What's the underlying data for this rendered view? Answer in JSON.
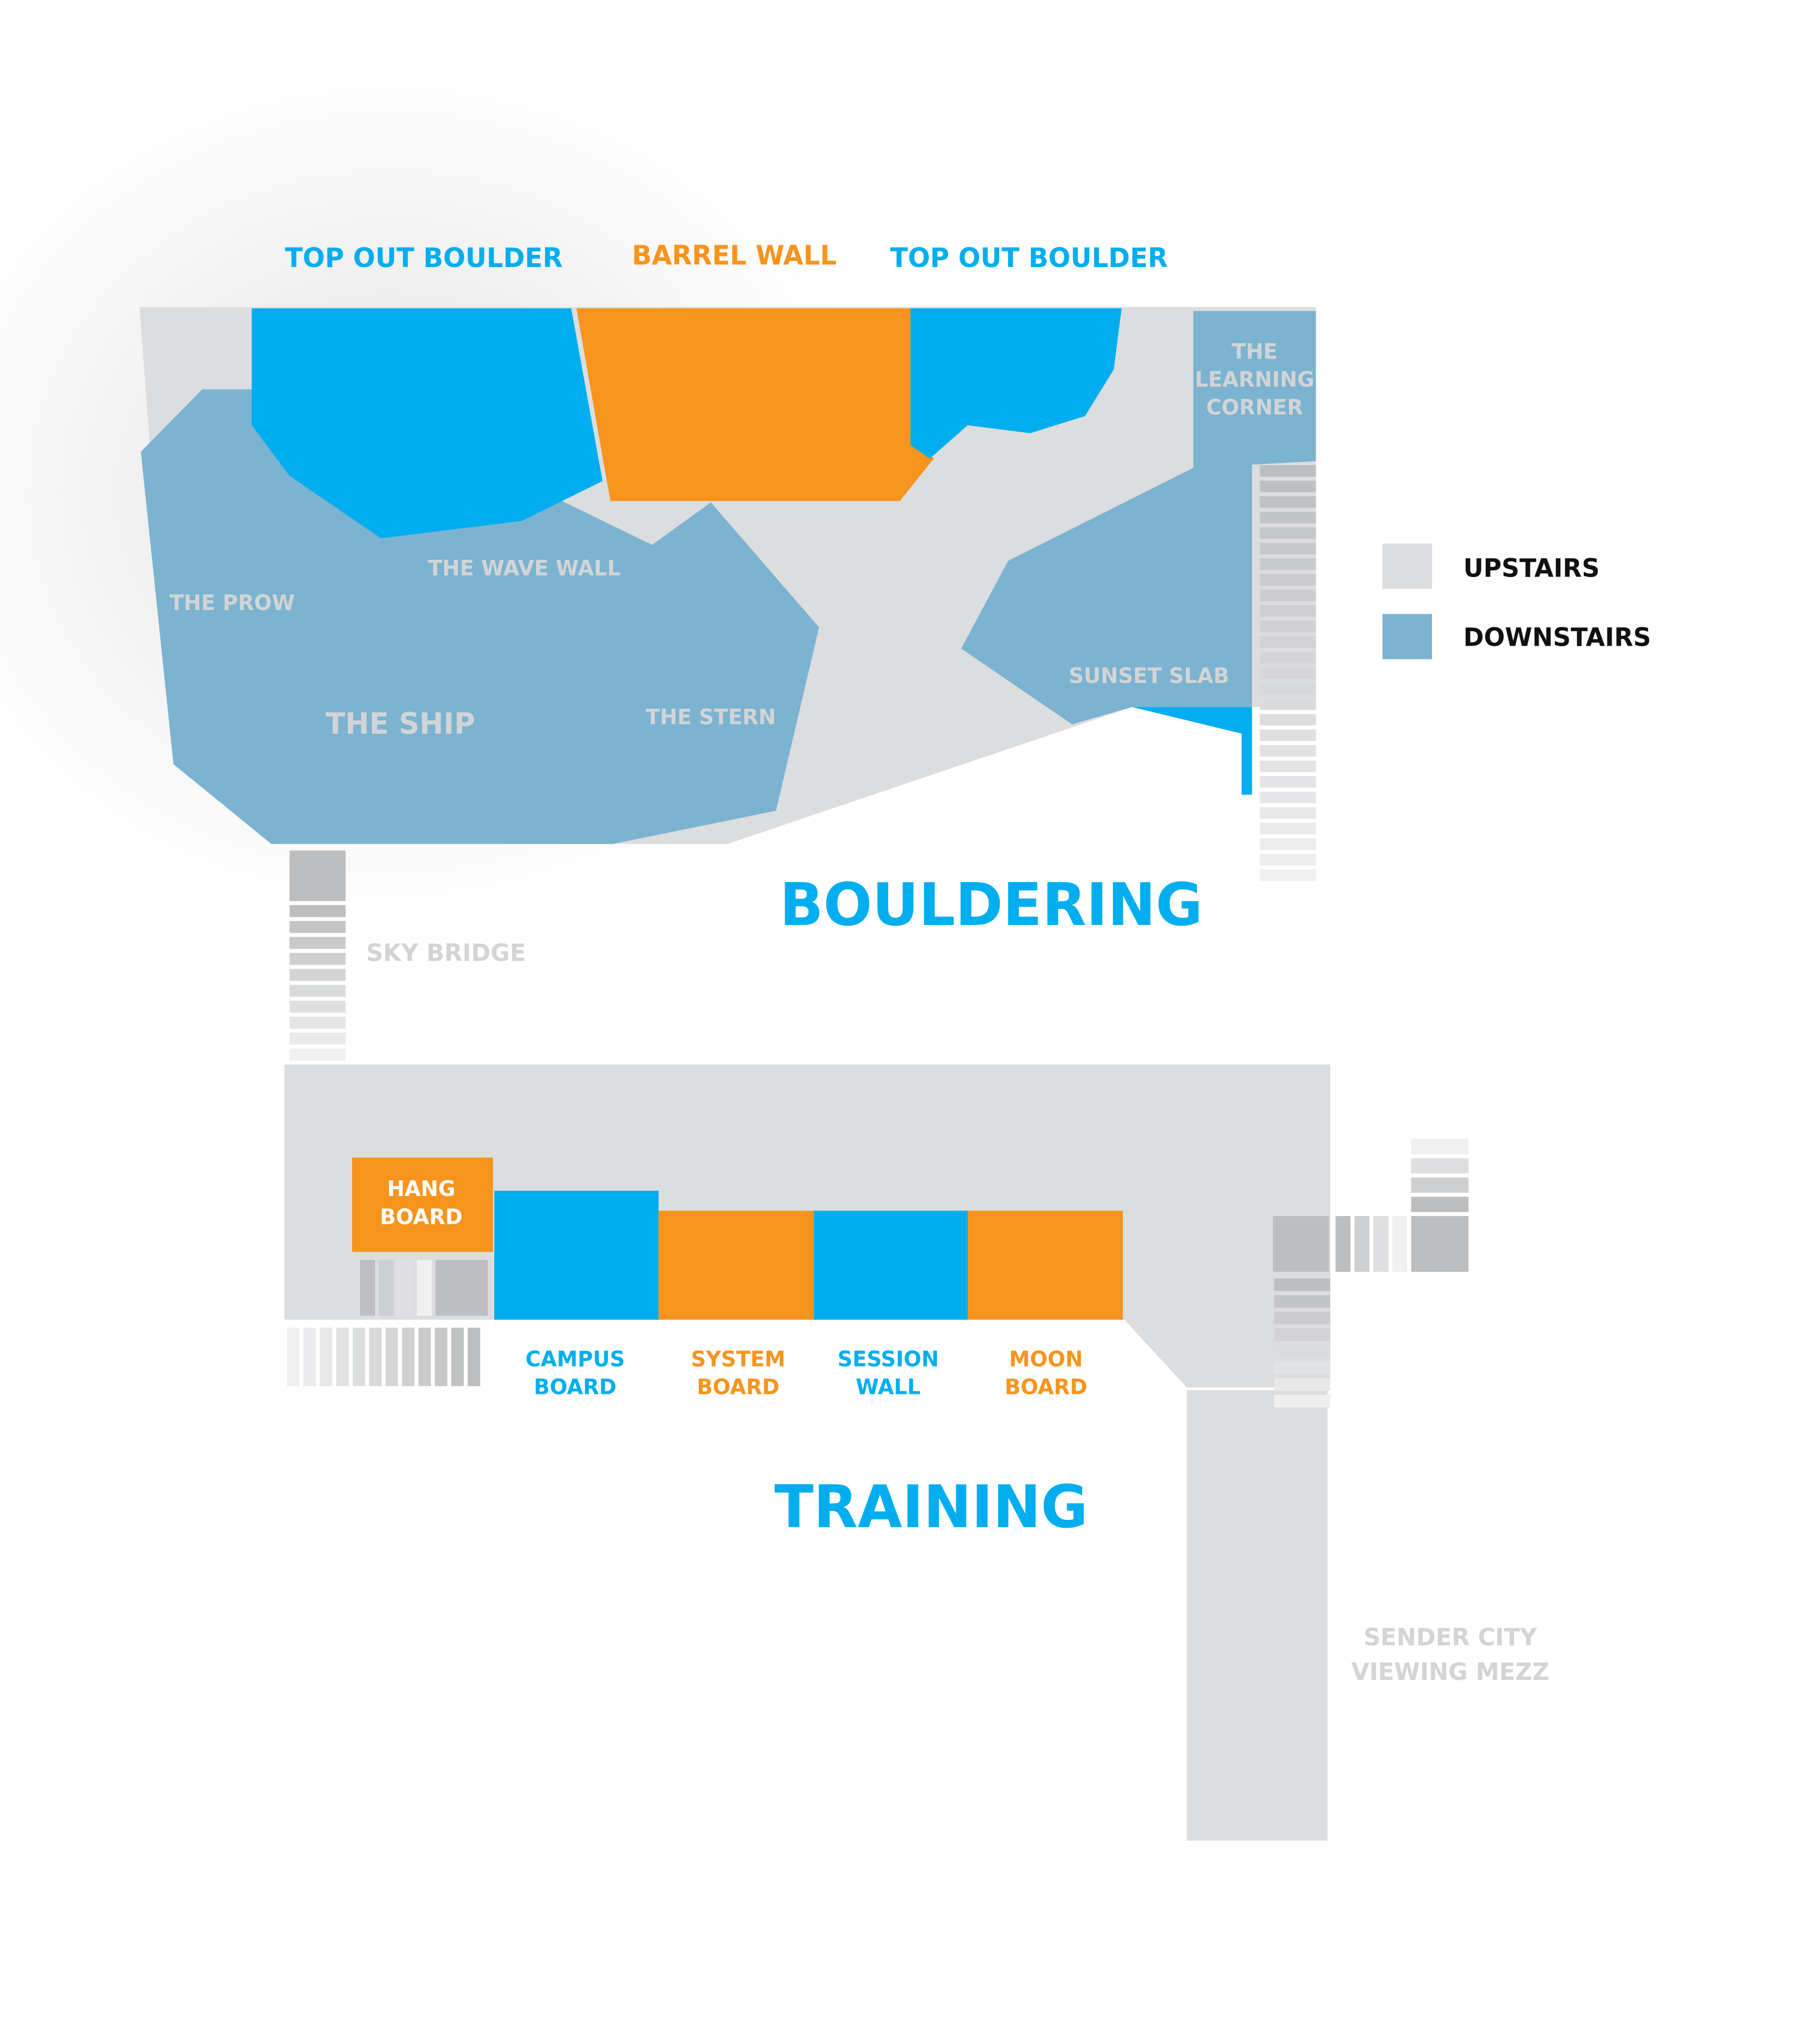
{
  "colors": {
    "upstairs": "#DCDDDF",
    "downstairs": "#7BB3D1",
    "blue": "#00AEEF",
    "orange": "#F7941D",
    "zone_label": "#D2D4D6",
    "stairs_dark": "#BDBEC0",
    "stairs_light": "#F0F0F1"
  },
  "top_labels": {
    "left": "TOP OUT BOULDER",
    "center": "BARREL WALL",
    "right": "TOP OUT BOULDER"
  },
  "zones": {
    "prow": "THE PROW",
    "wave": "THE WAVE WALL",
    "ship": "THE SHIP",
    "stern": "THE STERN",
    "sunset": "SUNSET SLAB",
    "learning": [
      "THE",
      "LEARNING",
      "CORNER"
    ],
    "sky_bridge": "SKY BRIDGE",
    "sender_city": [
      "SENDER CITY",
      "VIEWING MEZZ"
    ]
  },
  "sections": {
    "bouldering": "BOULDERING",
    "training": "TRAINING"
  },
  "training": {
    "hang_board": [
      "HANG",
      "BOARD"
    ],
    "campus_board": [
      "CAMPUS",
      "BOARD"
    ],
    "system_board": [
      "SYSTEM",
      "BOARD"
    ],
    "session_wall": [
      "SESSION",
      "WALL"
    ],
    "moon_board": [
      "MOON",
      "BOARD"
    ]
  },
  "legend": {
    "upstairs": "UPSTAIRS",
    "downstairs": "DOWNSTAIRS"
  }
}
